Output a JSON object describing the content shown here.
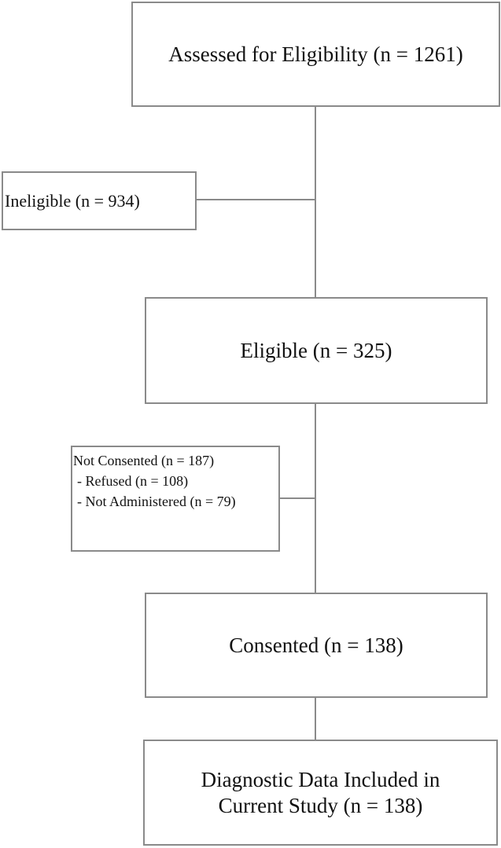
{
  "boxes": {
    "assessed": "Assessed for Eligibility (n = 1261)",
    "ineligible": "Ineligible (n = 934)",
    "eligible": "Eligible (n = 325)",
    "not_consented": {
      "title": "Not Consented (n = 187)",
      "items": [
        "- Refused (n = 108)",
        "- Not Administered (n = 79)"
      ]
    },
    "consented": "Consented (n = 138)",
    "included": {
      "line1": "Diagnostic Data Included in",
      "line2": "Current Study (n = 138)"
    }
  },
  "colors": {
    "border": "#8a8a8a",
    "text": "#111111",
    "background": "#ffffff"
  }
}
